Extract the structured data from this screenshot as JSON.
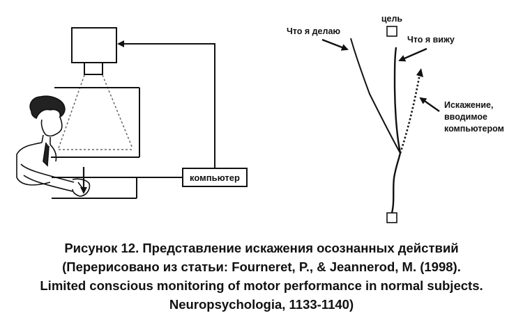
{
  "diagram": {
    "left_panel": {
      "computer_label": "компьютер"
    },
    "right_panel": {
      "goal_label": "цель",
      "what_i_do_label": "Что я делаю",
      "what_i_see_label": "Что я вижу",
      "distortion_label_lines": [
        "Искажение,",
        "вводимое",
        "компьютером"
      ]
    }
  },
  "caption": {
    "lines": [
      "Рисунок 12. Представление искажения осознанных действий",
      "(Перерисовано из статьи: Fourneret, P., & Jeannerod, M. (1998).",
      "Limited conscious monitoring of motor performance in normal subjects.",
      "Neuropsychologia, 1133-1140)"
    ]
  }
}
